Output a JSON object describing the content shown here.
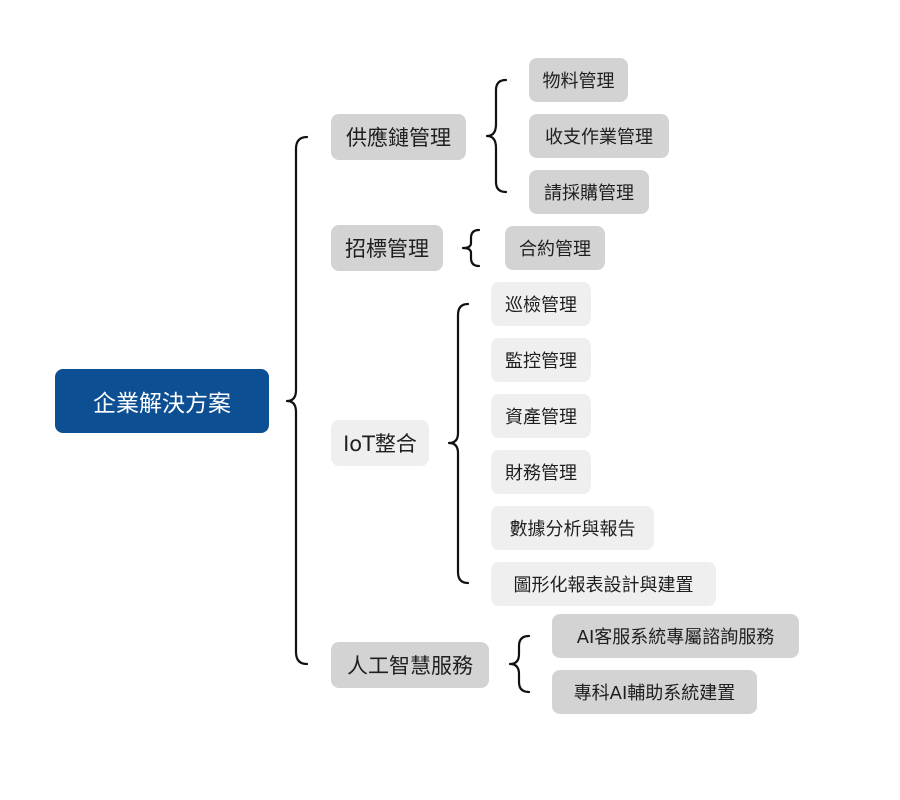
{
  "root": {
    "label": "企業解決方案"
  },
  "branches": [
    {
      "label": "供應鏈管理",
      "children": [
        "物料管理",
        "收支作業管理",
        "請採購管理"
      ]
    },
    {
      "label": "招標管理",
      "children": [
        "合約管理"
      ]
    },
    {
      "label": "IoT整合",
      "children": [
        "巡檢管理",
        "監控管理",
        "資產管理",
        "財務管理",
        "數據分析與報告",
        "圖形化報表設計與建置"
      ]
    },
    {
      "label": "人工智慧服務",
      "children": [
        "AI客服系統專屬諮詢服務",
        "專科AI輔助系統建置"
      ]
    }
  ],
  "colors": {
    "root_background": "#0d4f93",
    "root_text": "#ffffff",
    "node_dark": "#d3d3d3",
    "node_light": "#efefef",
    "connector": "#111111"
  }
}
